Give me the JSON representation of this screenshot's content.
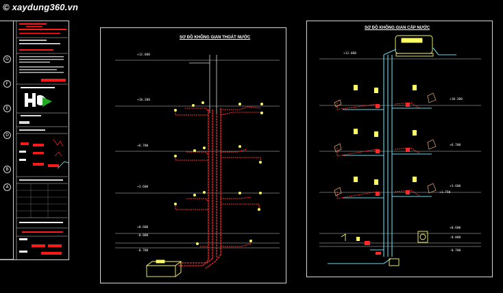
{
  "watermark": {
    "text": "xaydung360.vn",
    "icon": "copyright-icon"
  },
  "left_sheet": {
    "grid_labels": [
      "G",
      "F",
      "E",
      "D",
      "B",
      "A"
    ]
  },
  "drainage": {
    "title": "SƠ ĐỒ KHÔNG GIAN THOÁT NƯỚC",
    "levels_left": [
      "+12.600",
      "+10.200",
      "+6.700",
      "+3.600",
      "+0.600",
      "-0.000",
      "-0.700"
    ],
    "levels_right": []
  },
  "supply": {
    "title": "SƠ ĐỒ KHÔNG GIAN CẤP NƯỚC",
    "levels_left": [
      "+12.600"
    ],
    "levels_right": [
      "+10.200",
      "+6.700",
      "+3.600",
      "+0.600",
      "-0.000",
      "-0.700"
    ],
    "extra_label": "+1.750"
  },
  "colors": {
    "frame": "#d8d8d8",
    "drain_pipe": "#ff2a2a",
    "supply_pipe": "#66d9e8",
    "fixture": "#ffff66",
    "titleblock_red": "#ff1a1a"
  }
}
